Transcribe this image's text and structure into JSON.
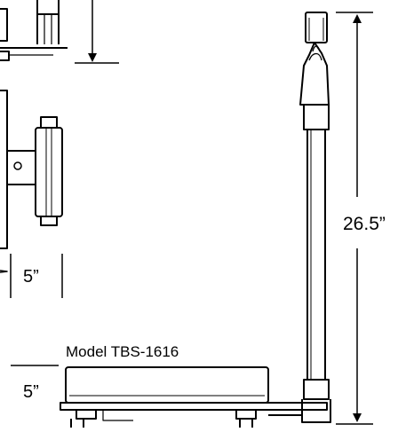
{
  "labels": {
    "height_dimension": "26.5”",
    "bracket_width_dimension": "5”",
    "base_height_dimension": "5”",
    "model_label": "Model TBS-1616"
  },
  "colors": {
    "line": "#000000",
    "background": "#ffffff"
  }
}
